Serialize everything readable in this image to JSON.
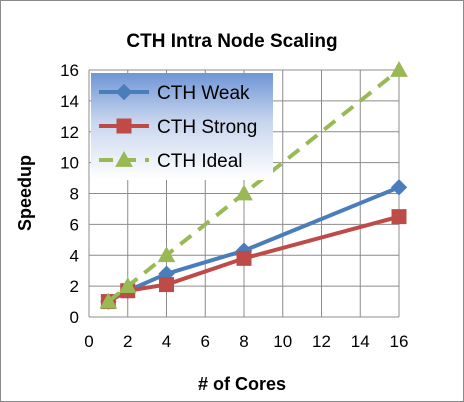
{
  "chart_data": {
    "type": "line",
    "title": "CTH Intra Node Scaling",
    "xlabel": "# of Cores",
    "ylabel": "Speedup",
    "xlim": [
      0,
      16
    ],
    "ylim": [
      0,
      16
    ],
    "xticks": [
      0,
      2,
      4,
      6,
      8,
      10,
      12,
      14,
      16
    ],
    "yticks": [
      0,
      2,
      4,
      6,
      8,
      10,
      12,
      14,
      16
    ],
    "grid": true,
    "legend_position": "top-left",
    "series": [
      {
        "name": "CTH Weak",
        "color": "#4a7ebb",
        "marker": "diamond",
        "dash": "solid",
        "x": [
          1,
          2,
          4,
          8,
          16
        ],
        "y": [
          1.0,
          1.7,
          2.8,
          4.3,
          8.4
        ]
      },
      {
        "name": "CTH Strong",
        "color": "#be4b48",
        "marker": "square",
        "dash": "solid",
        "x": [
          1,
          2,
          4,
          8,
          16
        ],
        "y": [
          1.0,
          1.7,
          2.1,
          3.8,
          6.5
        ]
      },
      {
        "name": "CTH Ideal",
        "color": "#98b954",
        "marker": "triangle",
        "dash": "dashed",
        "x": [
          1,
          2,
          4,
          8,
          16
        ],
        "y": [
          1,
          2,
          4,
          8,
          16
        ]
      }
    ]
  }
}
